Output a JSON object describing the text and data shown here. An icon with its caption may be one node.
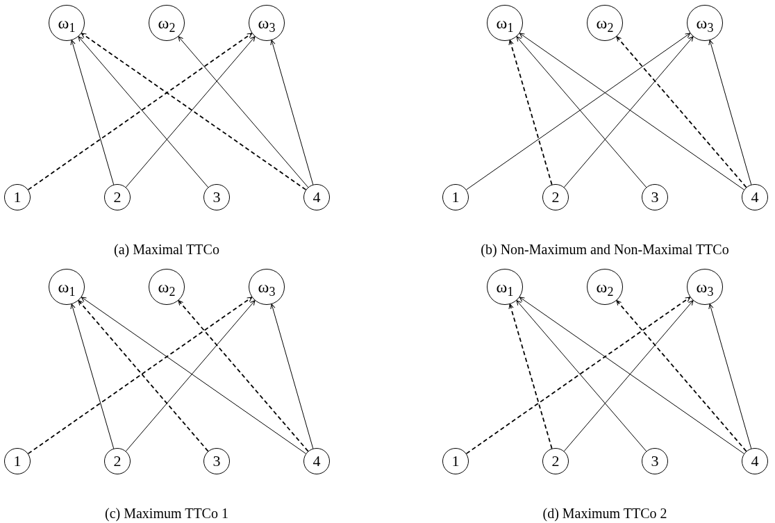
{
  "diagram": {
    "nodes": [
      {
        "text": [
          "ω$_{1}$"
        ]
      },
      {
        "text": [
          "ω$_{2}$"
        ]
      },
      {
        "text": [
          "ω$_{3}$"
        ]
      },
      {
        "text": [
          "1"
        ]
      },
      {
        "text": [
          "2"
        ]
      },
      {
        "text": [
          "3"
        ]
      },
      {
        "text": [
          "4"
        ]
      },
      {
        "text": [
          "ω$_{1}$"
        ]
      },
      {
        "text": [
          "ω$_{2}$"
        ]
      },
      {
        "text": [
          "ω$_{3}$"
        ]
      },
      {
        "text": [
          "1"
        ]
      },
      {
        "text": [
          "2"
        ]
      },
      {
        "text": [
          "3"
        ]
      },
      {
        "text": [
          "4"
        ]
      },
      {
        "text": [
          "ω$_{1}$"
        ]
      },
      {
        "text": [
          "ω$_{2}$"
        ]
      },
      {
        "text": [
          "ω$_{3}$"
        ]
      },
      {
        "text": [
          "1"
        ]
      },
      {
        "text": [
          "2"
        ]
      },
      {
        "text": [
          "3"
        ]
      },
      {
        "text": [
          "4"
        ]
      },
      {
        "text": [
          "ω$_{1}$"
        ]
      },
      {
        "text": [
          "ω$_{2}$"
        ]
      },
      {
        "text": [
          "ω$_{3}$"
        ]
      },
      {
        "text": [
          "1"
        ]
      },
      {
        "text": [
          "2"
        ]
      },
      {
        "text": [
          "3"
        ]
      },
      {
        "text": [
          "4"
        ]
      }
    ],
    "edges": [
      {
        "from": 3,
        "to": 2,
        "arrow": "to",
        "style": "dashed"
      },
      {
        "from": 4,
        "to": 0,
        "arrow": "to"
      },
      {
        "from": 4,
        "to": 2,
        "arrow": "to"
      },
      {
        "from": 5,
        "to": 0,
        "arrow": "to"
      },
      {
        "from": 6,
        "to": 0,
        "arrow": "to",
        "style": "dashed"
      },
      {
        "from": 6,
        "to": 1,
        "arrow": "to"
      },
      {
        "from": 6,
        "to": 2,
        "arrow": "to"
      },
      {
        "from": 10,
        "to": 9,
        "arrow": "to"
      },
      {
        "from": 11,
        "to": 7,
        "arrow": "to",
        "style": "dashed"
      },
      {
        "from": 11,
        "to": 9,
        "arrow": "to"
      },
      {
        "from": 12,
        "to": 7,
        "arrow": "to"
      },
      {
        "from": 13,
        "to": 7,
        "arrow": "to"
      },
      {
        "from": 13,
        "to": 8,
        "arrow": "to",
        "style": "dashed"
      },
      {
        "from": 13,
        "to": 9,
        "arrow": "to"
      },
      {
        "from": 17,
        "to": 16,
        "arrow": "to",
        "style": "dashed"
      },
      {
        "from": 18,
        "to": 14,
        "arrow": "to"
      },
      {
        "from": 18,
        "to": 16,
        "arrow": "to"
      },
      {
        "from": 19,
        "to": 14,
        "arrow": "to",
        "style": "dashed"
      },
      {
        "from": 20,
        "to": 14,
        "arrow": "to"
      },
      {
        "from": 20,
        "to": 15,
        "arrow": "to",
        "style": "dashed"
      },
      {
        "from": 20,
        "to": 16,
        "arrow": "to"
      },
      {
        "from": 24,
        "to": 23,
        "arrow": "to",
        "style": "dashed"
      },
      {
        "from": 25,
        "to": 21,
        "arrow": "to",
        "style": "dashed"
      },
      {
        "from": 25,
        "to": 23,
        "arrow": "to"
      },
      {
        "from": 26,
        "to": 21,
        "arrow": "to"
      },
      {
        "from": 27,
        "to": 21,
        "arrow": "to"
      },
      {
        "from": 27,
        "to": 22,
        "arrow": "to",
        "style": "dashed"
      },
      {
        "from": 27,
        "to": 23,
        "arrow": "to"
      }
    ],
    "labels": [
      "(a) Maximal TTCo",
      "(b) Non-Maximum and Non-Maximal TTCo",
      "(c) Maximum TTCo 1",
      "(d) Maximum TTCo 2"
    ]
  }
}
